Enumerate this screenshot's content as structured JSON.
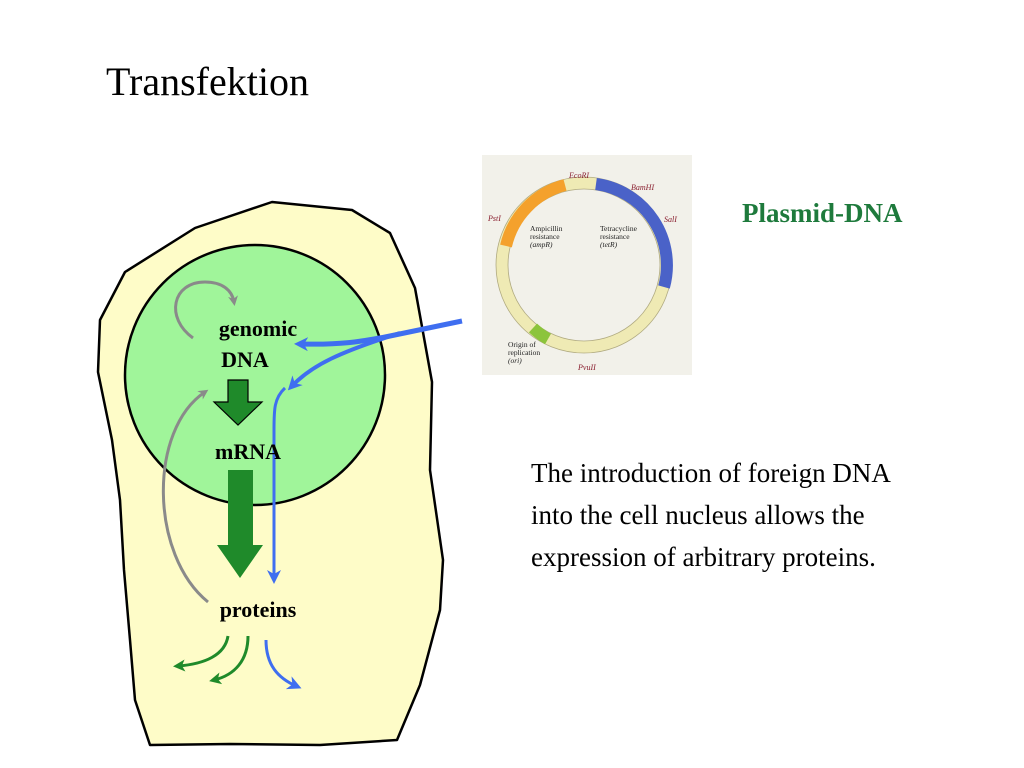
{
  "title": "Transfektion",
  "plasmid_label": "Plasmid-DNA",
  "description_lines": [
    "The introduction of foreign DNA",
    "into the cell nucleus allows the",
    "expression of arbitrary proteins."
  ],
  "cell": {
    "genomic_line1": "genomic",
    "genomic_line2": "DNA",
    "mrna": "mRNA",
    "proteins": "proteins"
  },
  "plasmid_map": {
    "sites": {
      "ecori": "EcoRI",
      "bamhi": "BamHI",
      "sali": "SalI",
      "psti": "PstI",
      "pvuii": "PvuII"
    },
    "amp_line1": "Ampicillin",
    "amp_line2": "resistance",
    "amp_line3": "(ampR)",
    "tet_line1": "Tetracycline",
    "tet_line2": "resistance",
    "tet_line3": "(tetR)",
    "ori_line1": "Origin of",
    "ori_line2": "replication",
    "ori_line3": "(ori)"
  },
  "colors": {
    "cell_fill": "#fefcc8",
    "nucleus_fill": "#a0f59a",
    "green_arrow": "#1f8a2a",
    "blue_arrow": "#3f6ef0",
    "gray_arrow": "#8a8a8a",
    "title_green": "#1e7a3c",
    "amp_orange": "#f4a12c",
    "tet_blue": "#4a62c8",
    "ori_green": "#8cc43c"
  }
}
